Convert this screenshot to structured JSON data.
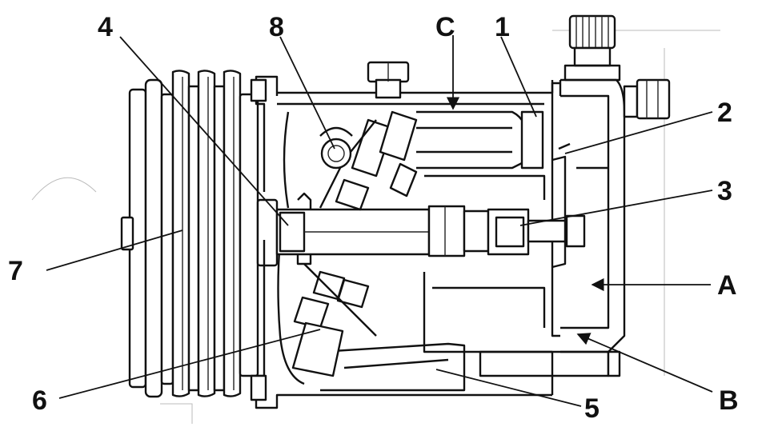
{
  "callouts": {
    "c1": "1",
    "c2": "2",
    "c3": "3",
    "c4": "4",
    "c5": "5",
    "c6": "6",
    "c7": "7",
    "c8": "8",
    "cA": "A",
    "cB": "B",
    "cC": "C"
  }
}
